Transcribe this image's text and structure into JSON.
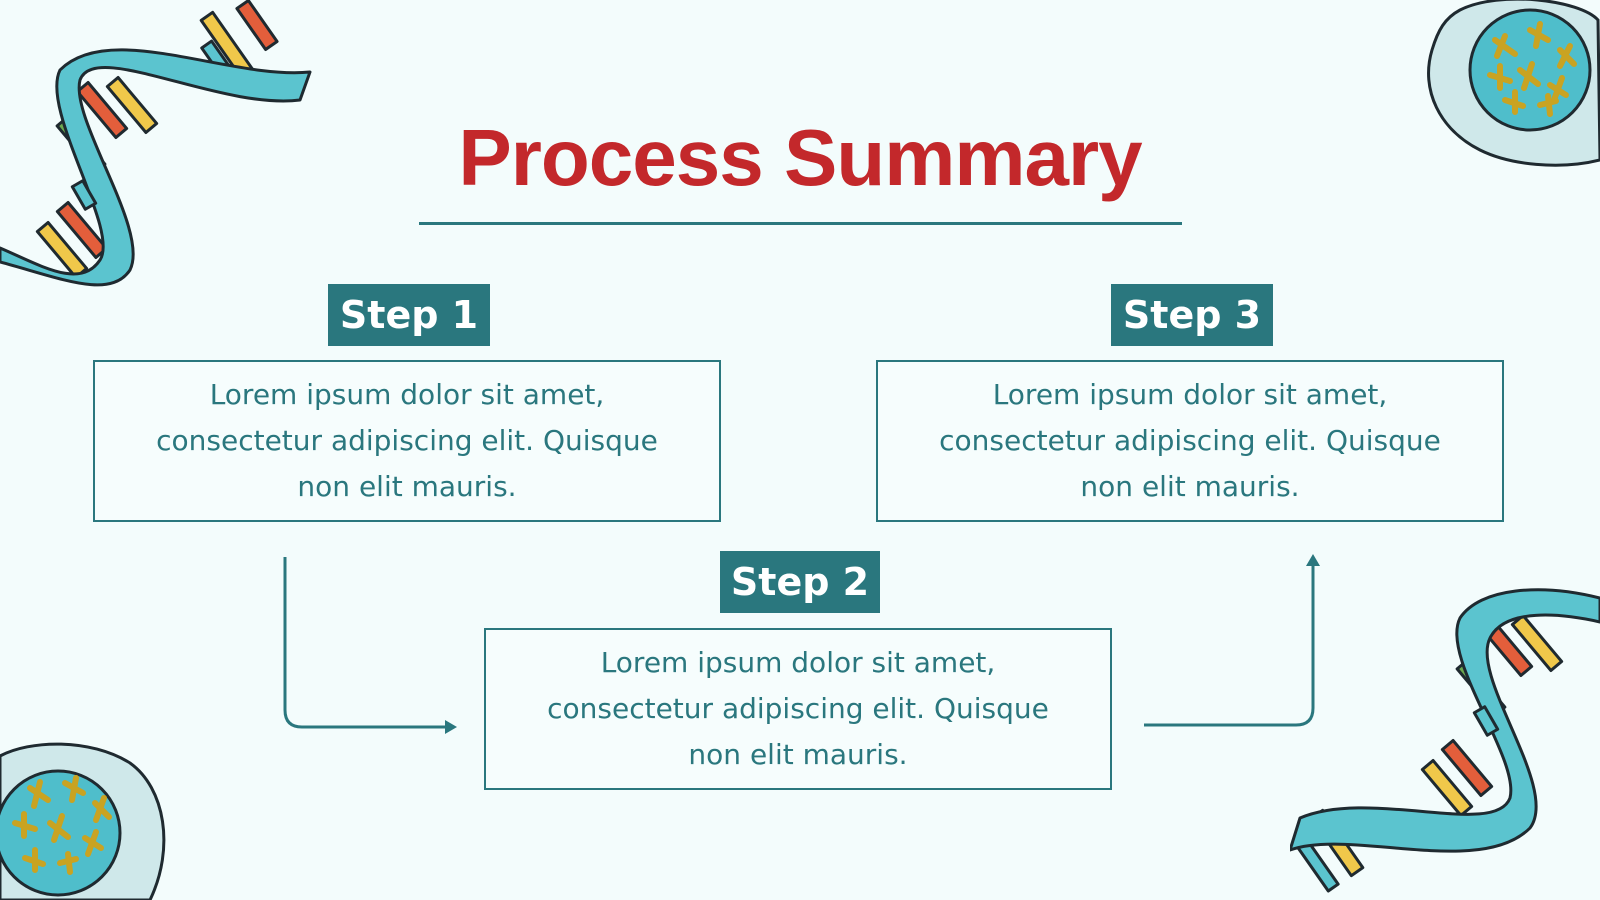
{
  "slide": {
    "title": "Process Summary",
    "steps": [
      {
        "label": "Step 1",
        "text": "Lorem ipsum dolor sit amet, consectetur adipiscing elit. Quisque non elit mauris."
      },
      {
        "label": "Step 2",
        "text": "Lorem ipsum dolor sit amet, consectetur adipiscing elit. Quisque non elit mauris."
      },
      {
        "label": "Step 3",
        "text": "Lorem ipsum dolor sit amet, consectetur adipiscing elit. Quisque non elit mauris."
      }
    ]
  },
  "colors": {
    "background": "#f3fcfc",
    "title": "#c3282b",
    "accent_teal": "#2a777e",
    "dna_backbone": "#5bc4cf",
    "cell_membrane": "#cfe8ea",
    "cell_nucleus": "#4fbecb",
    "chromosome": "#f0c84a"
  },
  "decorations": {
    "top_left": "dna-helix-icon",
    "top_right": "cell-icon",
    "bottom_left": "cell-icon",
    "bottom_right": "dna-helix-icon"
  }
}
